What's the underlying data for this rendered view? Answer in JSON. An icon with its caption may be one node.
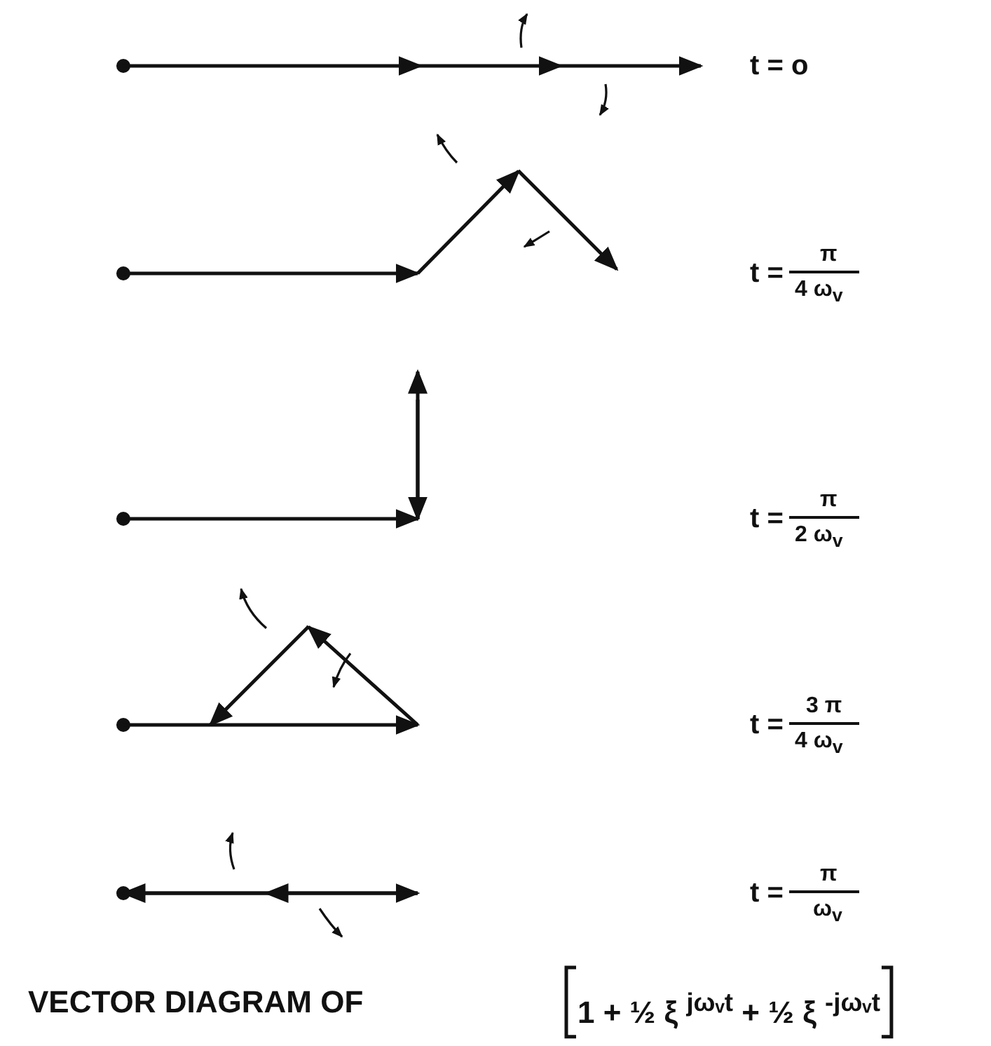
{
  "diagram": {
    "caption": "VECTOR DIAGRAM OF",
    "labels": [
      "t = o",
      "t =",
      "π",
      "4 ω$_{v}$",
      "t =",
      "π",
      "2 ω$_{v}$",
      "t =",
      "3 π",
      "4 ω$_{v}$",
      "t =",
      "π",
      "ω$_{v}$",
      "1 + ½ ξ $^{jωᵥt}$ + ½ ξ $^{-jωᵥt}$"
    ]
  }
}
